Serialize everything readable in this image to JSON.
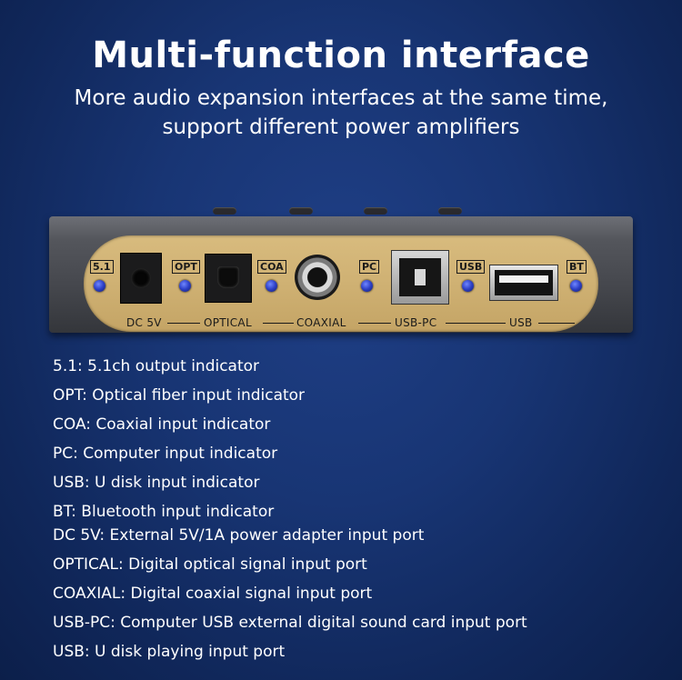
{
  "header": {
    "title": "Multi-function interface",
    "subtitle_line1": "More audio expansion interfaces at the same time,",
    "subtitle_line2": "support different power amplifiers"
  },
  "device": {
    "indicators": [
      "5.1",
      "OPT",
      "COA",
      "PC",
      "USB",
      "BT"
    ],
    "ports": [
      "DC 5V",
      "OPTICAL",
      "COAXIAL",
      "USB-PC",
      "USB"
    ],
    "led_color": "#2c3fc6",
    "plate_color": "#cfb173"
  },
  "notes": [
    "5.1: 5.1ch output indicator",
    "OPT: Optical fiber input indicator",
    "COA: Coaxial input indicator",
    "PC: Computer input indicator",
    "USB: U disk input indicator",
    "BT: Bluetooth input indicator",
    "DC 5V: External 5V/1A power adapter input port",
    "OPTICAL: Digital optical signal input port",
    "COAXIAL: Digital coaxial signal input port",
    "USB-PC: Computer USB external digital sound card input port",
    "USB: U disk playing input port"
  ]
}
